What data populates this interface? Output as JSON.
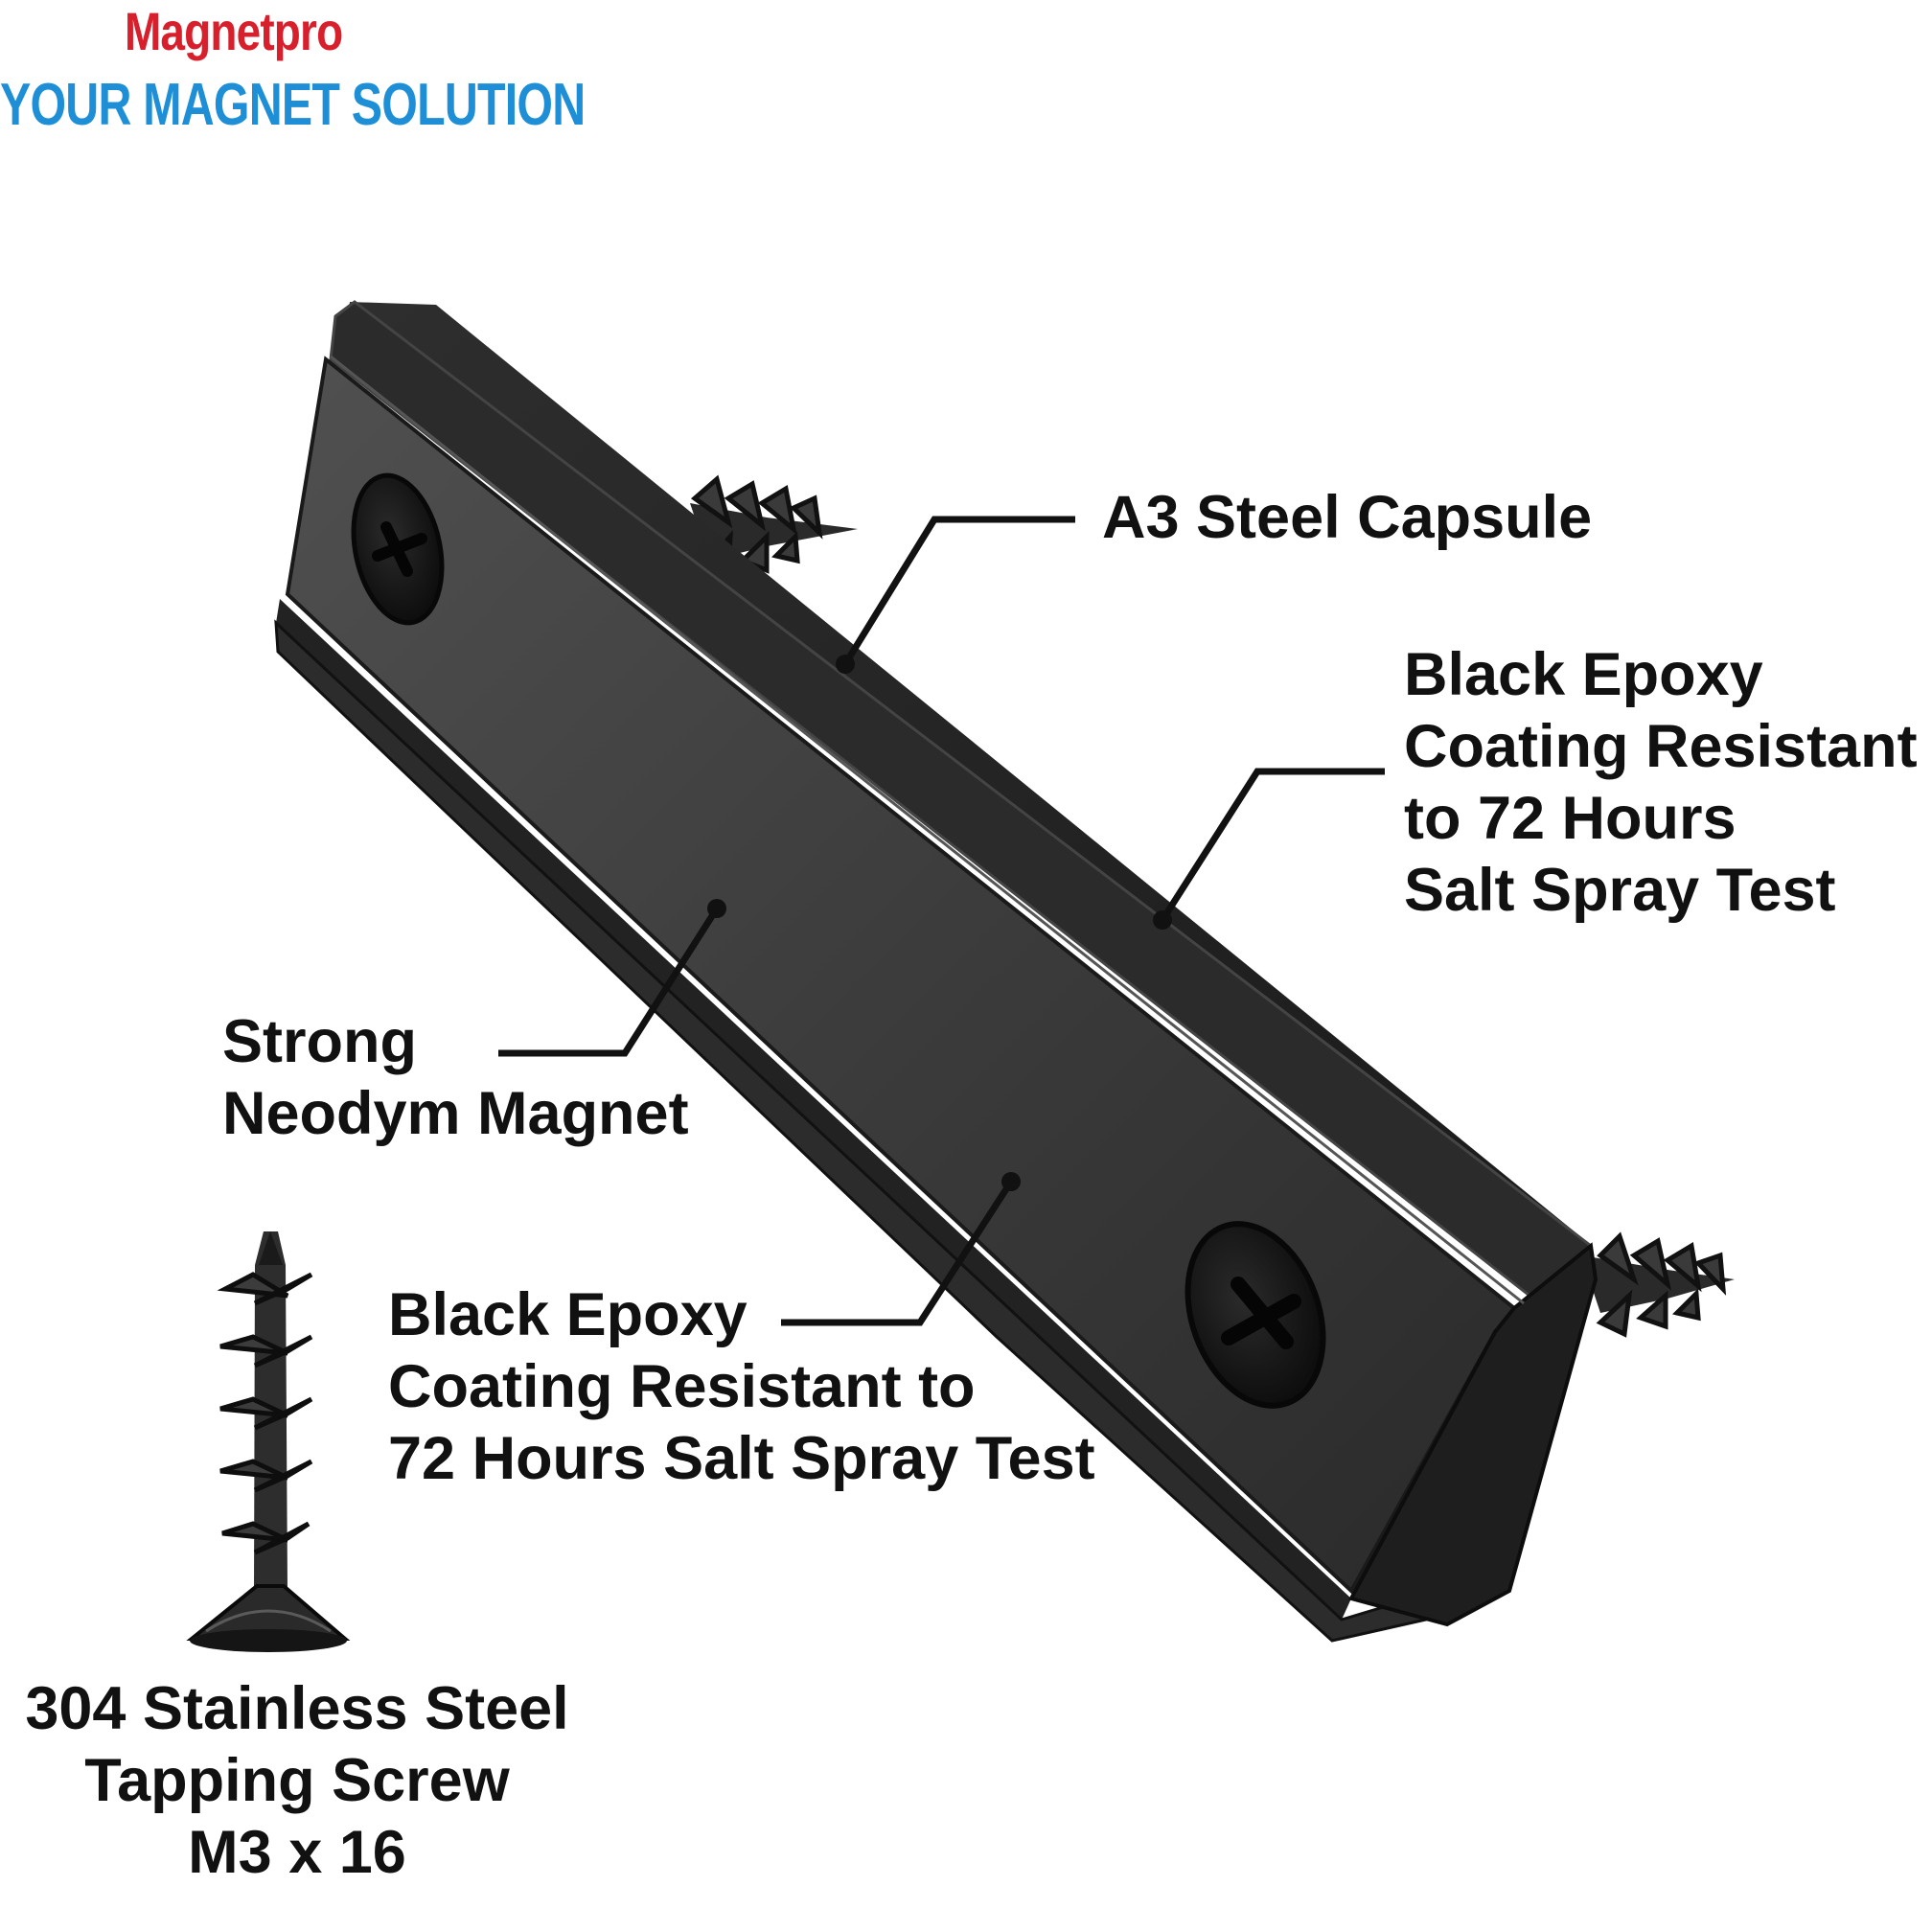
{
  "brand": {
    "name": "Magnetpro",
    "tagline": "YOUR MAGNET SOLUTION",
    "name_color": "#d81f2c",
    "tagline_color": "#1e8fd6"
  },
  "product": {
    "body_color": "#3a3a3a",
    "edge_color": "#1c1c1c",
    "highlight_color": "#5a5a5a"
  },
  "callouts": {
    "capsule": {
      "lines": [
        "A3 Steel Capsule"
      ]
    },
    "coating_right": {
      "lines": [
        "Black Epoxy",
        "Coating Resistant",
        "to 72 Hours",
        "Salt Spray Test"
      ]
    },
    "magnet": {
      "lines": [
        "Strong",
        "Neodym Magnet"
      ]
    },
    "coating_bottom": {
      "lines": [
        "Black Epoxy",
        "Coating Resistant to",
        "72 Hours Salt Spray Test"
      ]
    },
    "screw": {
      "lines": [
        "304 Stainless Steel",
        "Tapping Screw",
        "M3 x 16"
      ]
    }
  }
}
